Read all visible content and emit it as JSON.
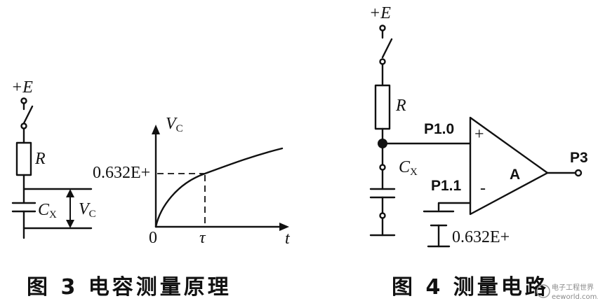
{
  "fig3": {
    "supply_label": "+E",
    "resistor_label": "R",
    "capacitor_label": "C",
    "capacitor_sub": "X",
    "voltage_label": "V",
    "voltage_sub": "C",
    "caption": "图 3  电容测量原理"
  },
  "fig3_graph": {
    "y_axis_label": "V",
    "y_axis_sub": "C",
    "x_axis_label": "t",
    "origin_label": "0",
    "tau_label": "τ",
    "level_label": "0.632E+"
  },
  "fig4": {
    "supply_label": "+E",
    "resistor_label": "R",
    "capacitor_label": "C",
    "capacitor_sub": "X",
    "pin_plus_label": "P1.0",
    "pin_minus_label": "P1.1",
    "plus_sign": "+",
    "minus_sign": "-",
    "amp_label": "A",
    "output_label": "P3",
    "reference_label": "0.632E+",
    "caption": "图 4  测量电路"
  },
  "watermark": {
    "line1": "电子工程世界",
    "line2": "eeworld.com.cn"
  }
}
